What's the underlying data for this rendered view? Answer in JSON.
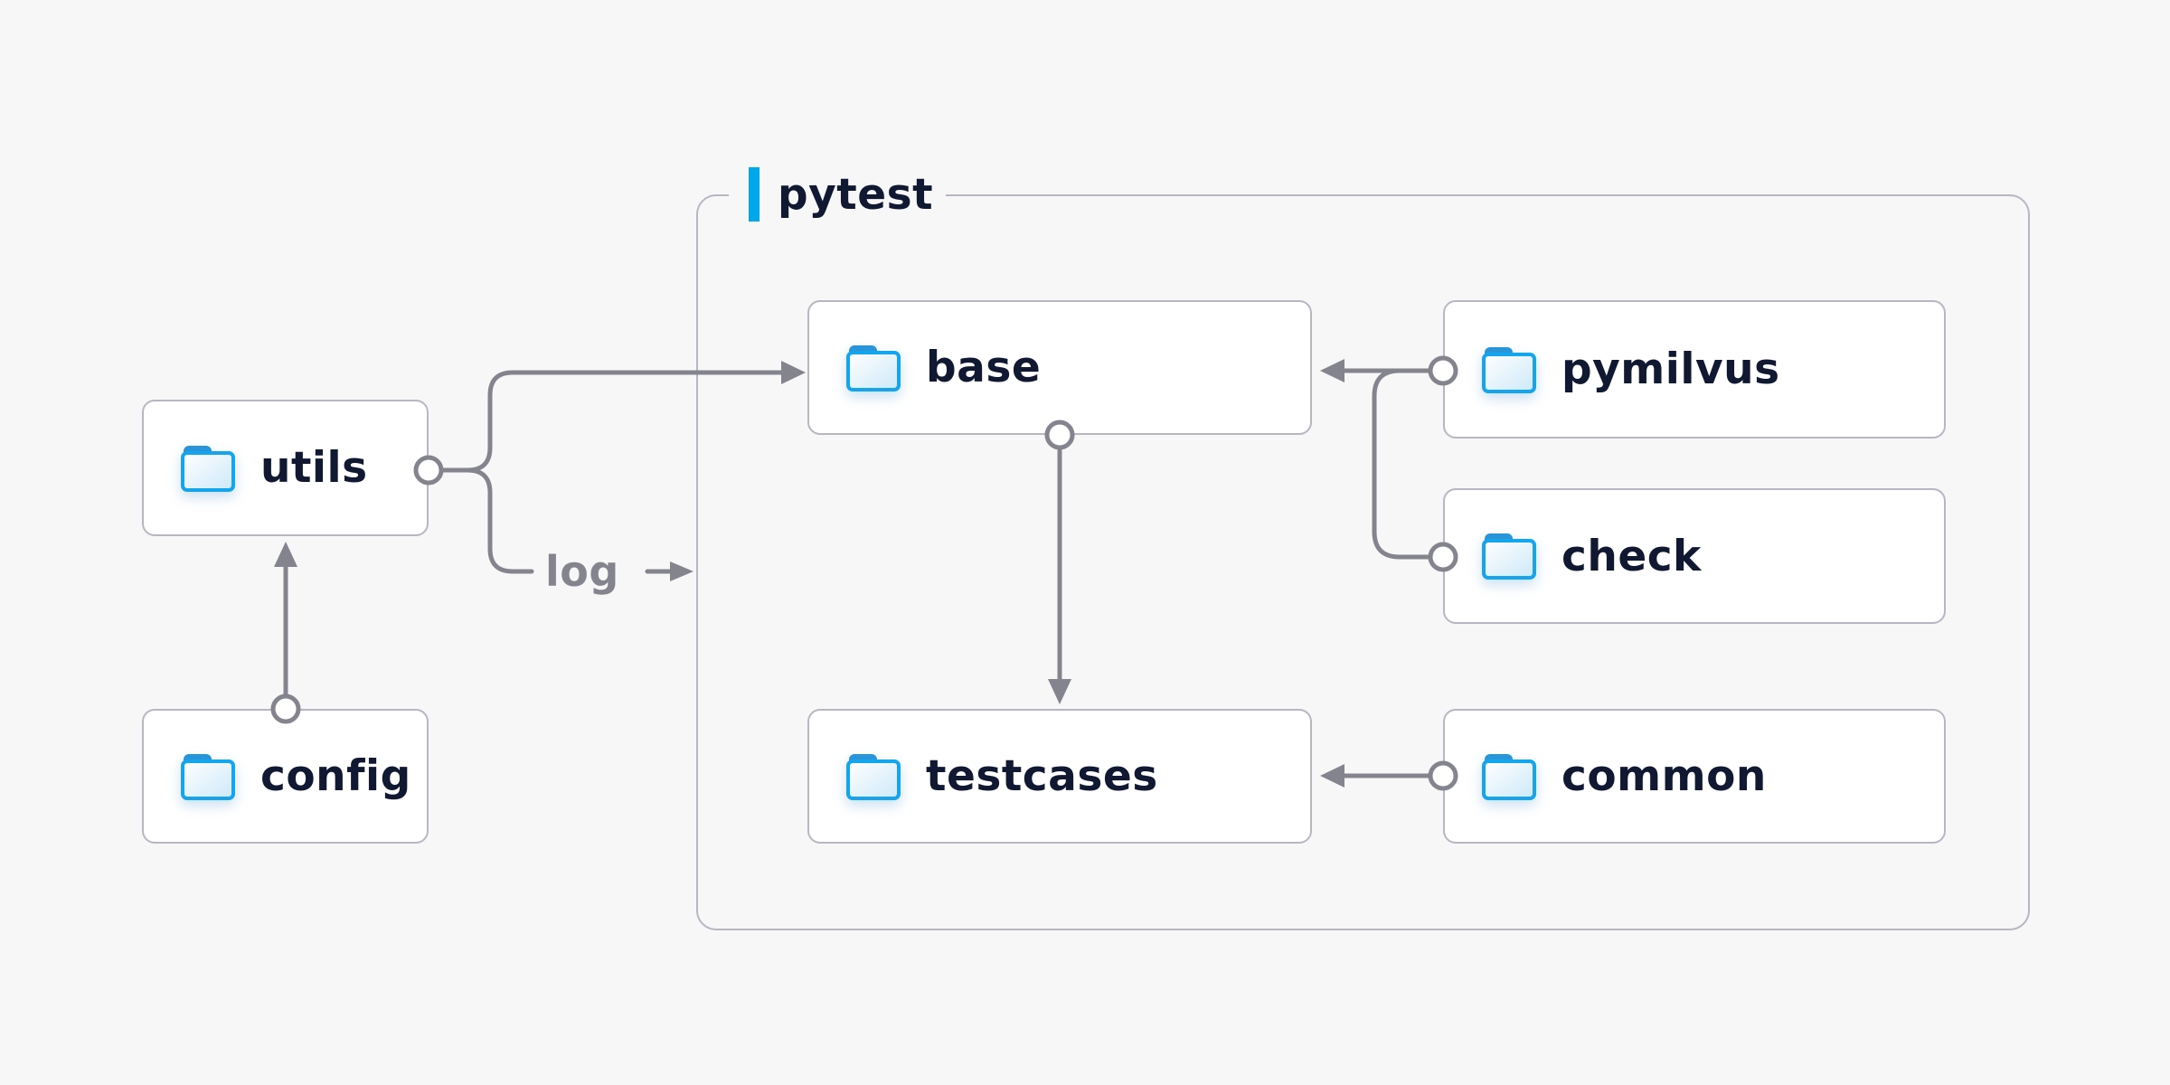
{
  "diagram": {
    "type": "folder-structure",
    "container": {
      "label": "pytest"
    },
    "nodes": [
      {
        "id": "utils",
        "label": "utils",
        "parent": null
      },
      {
        "id": "config",
        "label": "config",
        "parent": null
      },
      {
        "id": "base",
        "label": "base",
        "parent": "pytest"
      },
      {
        "id": "testcases",
        "label": "testcases",
        "parent": "pytest"
      },
      {
        "id": "pymilvus",
        "label": "pymilvus",
        "parent": "pytest"
      },
      {
        "id": "check",
        "label": "check",
        "parent": "pytest"
      },
      {
        "id": "common",
        "label": "common",
        "parent": "pytest"
      }
    ],
    "edges": [
      {
        "from": "config",
        "to": "utils"
      },
      {
        "from": "utils",
        "to": "base"
      },
      {
        "from": "utils",
        "to": "pytest",
        "label": "log"
      },
      {
        "from": "pymilvus",
        "to": "base"
      },
      {
        "from": "check",
        "to": "base"
      },
      {
        "from": "base",
        "to": "testcases"
      },
      {
        "from": "common",
        "to": "testcases"
      }
    ],
    "edge_label": "log",
    "icons": [
      {
        "name": "folder-icon",
        "meaning": "directory"
      }
    ],
    "colors": {
      "accent_blue": "#00a7ea",
      "folder_outline_blue": "#14a5ec",
      "folder_tab_blue": "#2a94d8",
      "folder_fill_light": "#cde8f9",
      "text_navy": "#111832",
      "line_gray": "#84848f",
      "border_gray": "#b7b7c3",
      "node_background": "#ffffff",
      "page_background": "#f7f7f8"
    }
  }
}
